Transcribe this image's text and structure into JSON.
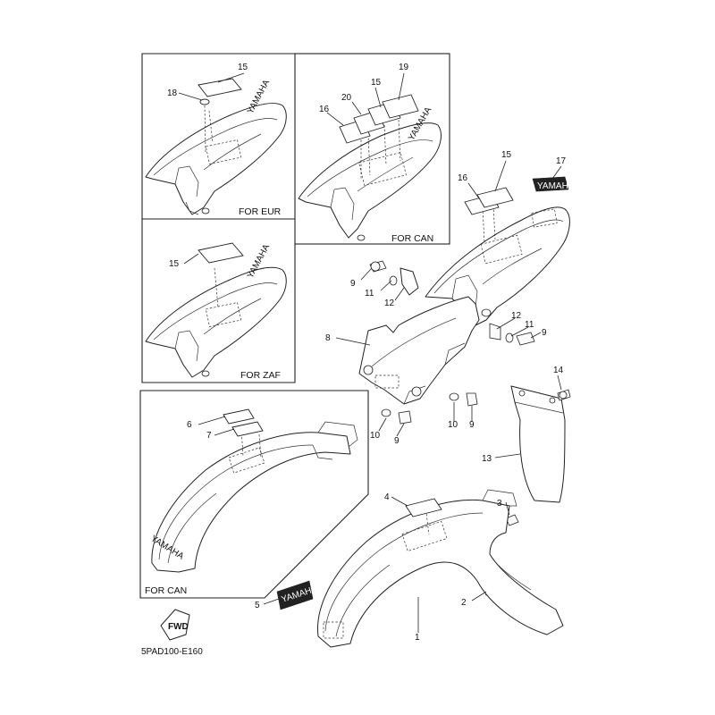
{
  "diagram_code": "5PAD100-E160",
  "insets": {
    "eur_caption": "FOR EUR",
    "can_rear_caption": "FOR CAN",
    "zaf_caption": "FOR ZAF",
    "can_front_caption": "FOR CAN"
  },
  "emblem_text": "YAMAHA",
  "fwd_text": "FWD",
  "callouts": {
    "n1": "1",
    "n2": "2",
    "n3": "3",
    "n4": "4",
    "n5": "5",
    "n6": "6",
    "n7": "7",
    "n8": "8",
    "n9a": "9",
    "n9b": "9",
    "n9c": "9",
    "n9d": "9",
    "n10a": "10",
    "n10b": "10",
    "n11a": "11",
    "n11b": "11",
    "n12a": "12",
    "n12b": "12",
    "n13": "13",
    "n14": "14",
    "n15_eur": "15",
    "n15_can": "15",
    "n15_zaf": "15",
    "n15_main": "15",
    "n16_can": "16",
    "n16_main": "16",
    "n17": "17",
    "n18": "18",
    "n19": "19",
    "n20": "20"
  }
}
